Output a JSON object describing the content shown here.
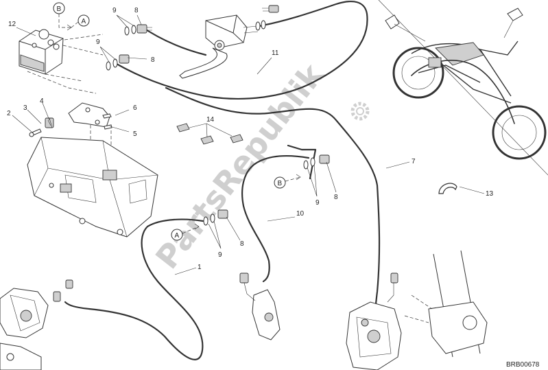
{
  "diagram": {
    "code": "BRB00678",
    "watermark": "PartsRepublik",
    "callouts": [
      {
        "id": "c1",
        "text": "1"
      },
      {
        "id": "c2",
        "text": "2"
      },
      {
        "id": "c3",
        "text": "3"
      },
      {
        "id": "c4",
        "text": "4"
      },
      {
        "id": "c5",
        "text": "5"
      },
      {
        "id": "c6",
        "text": "6"
      },
      {
        "id": "c7",
        "text": "7"
      },
      {
        "id": "c8a",
        "text": "8"
      },
      {
        "id": "c8b",
        "text": "8"
      },
      {
        "id": "c8c",
        "text": "8"
      },
      {
        "id": "c8d",
        "text": "8"
      },
      {
        "id": "c9a",
        "text": "9"
      },
      {
        "id": "c9b",
        "text": "9"
      },
      {
        "id": "c9c",
        "text": "9"
      },
      {
        "id": "c9d",
        "text": "9"
      },
      {
        "id": "c10",
        "text": "10"
      },
      {
        "id": "c11",
        "text": "11"
      },
      {
        "id": "c12",
        "text": "12"
      },
      {
        "id": "c13",
        "text": "13"
      },
      {
        "id": "c14",
        "text": "14"
      }
    ],
    "refs": [
      {
        "id": "refB1",
        "text": "B"
      },
      {
        "id": "refA1",
        "text": "A"
      },
      {
        "id": "refB2",
        "text": "B"
      },
      {
        "id": "refA2",
        "text": "A"
      }
    ]
  }
}
